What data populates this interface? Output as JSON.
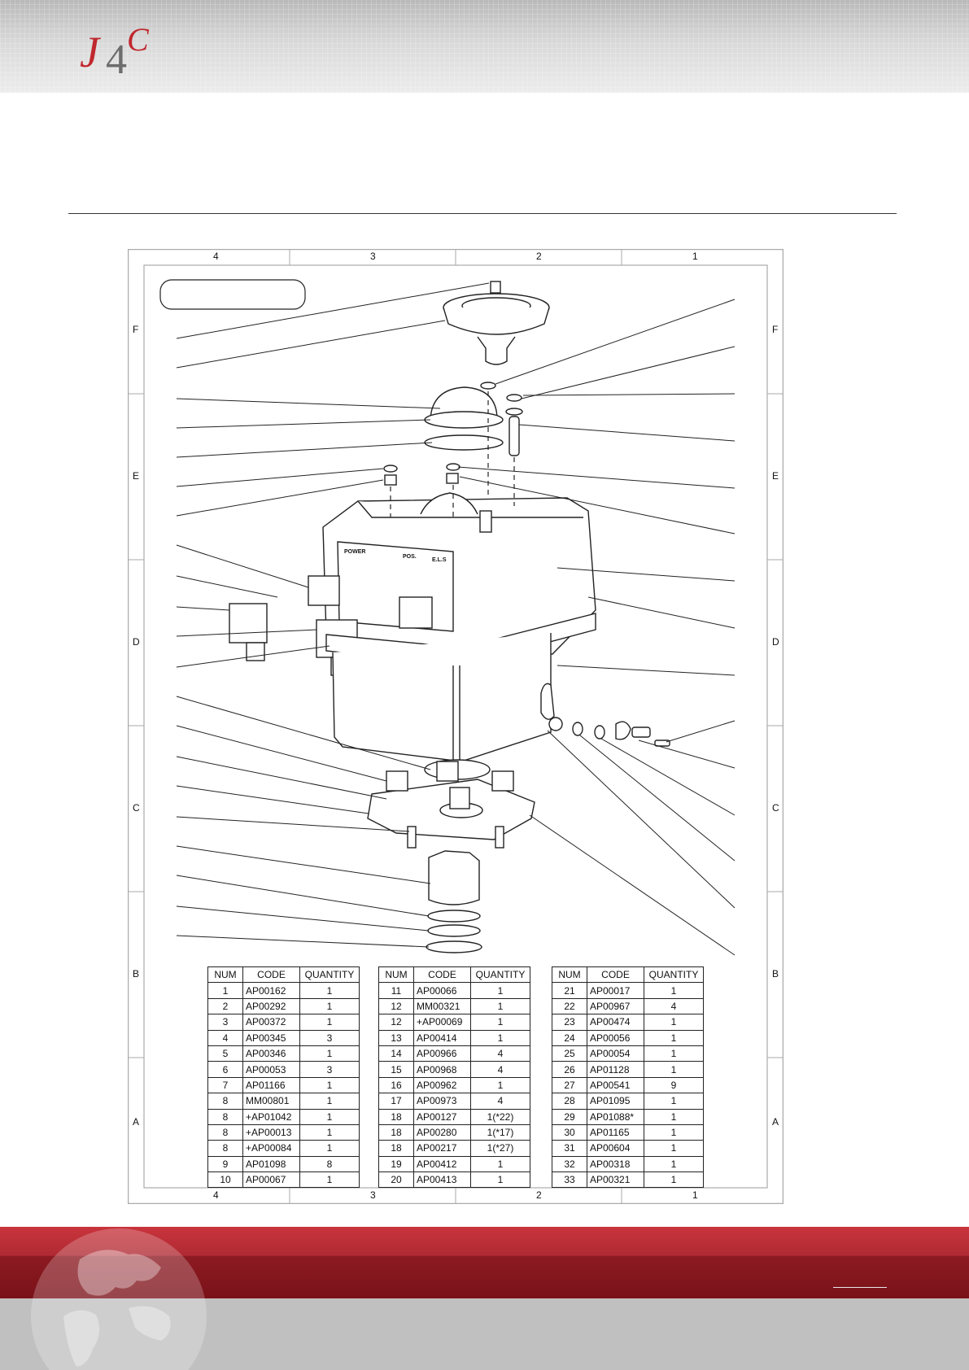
{
  "logo": {
    "text_main": "J",
    "text_digit": "4",
    "text_sup": "C",
    "color": "#c0272d"
  },
  "drawing": {
    "top_zone_labels": [
      "4",
      "3",
      "2",
      "1"
    ],
    "bottom_zone_labels": [
      "4",
      "3",
      "2",
      "1"
    ],
    "side_zone_labels": [
      "F",
      "E",
      "D",
      "C",
      "B",
      "A"
    ],
    "panel_labels": [
      "POWER",
      "POS.",
      "E.L.S"
    ]
  },
  "tables": [
    {
      "headers": [
        "NUM",
        "CODE",
        "QUANTITY"
      ],
      "rows": [
        [
          "1",
          "AP00162",
          "1"
        ],
        [
          "2",
          "AP00292",
          "1"
        ],
        [
          "3",
          "AP00372",
          "1"
        ],
        [
          "4",
          "AP00345",
          "3"
        ],
        [
          "5",
          "AP00346",
          "1"
        ],
        [
          "6",
          "AP00053",
          "3"
        ],
        [
          "7",
          "AP01166",
          "1"
        ],
        [
          "8",
          "MM00801",
          "1"
        ],
        [
          "8",
          "+AP01042",
          "1"
        ],
        [
          "8",
          "+AP00013",
          "1"
        ],
        [
          "8",
          "+AP00084",
          "1"
        ],
        [
          "9",
          "AP01098",
          "8"
        ],
        [
          "10",
          "AP00067",
          "1"
        ]
      ]
    },
    {
      "headers": [
        "NUM",
        "CODE",
        "QUANTITY"
      ],
      "rows": [
        [
          "11",
          "AP00066",
          "1"
        ],
        [
          "12",
          "MM00321",
          "1"
        ],
        [
          "12",
          "+AP00069",
          "1"
        ],
        [
          "13",
          "AP00414",
          "1"
        ],
        [
          "14",
          "AP00966",
          "4"
        ],
        [
          "15",
          "AP00968",
          "4"
        ],
        [
          "16",
          "AP00962",
          "1"
        ],
        [
          "17",
          "AP00973",
          "4"
        ],
        [
          "18",
          "AP00127",
          "1(*22)"
        ],
        [
          "18",
          "AP00280",
          "1(*17)"
        ],
        [
          "18",
          "AP00217",
          "1(*27)"
        ],
        [
          "19",
          "AP00412",
          "1"
        ],
        [
          "20",
          "AP00413",
          "1"
        ]
      ]
    },
    {
      "headers": [
        "NUM",
        "CODE",
        "QUANTITY"
      ],
      "rows": [
        [
          "21",
          "AP00017",
          "1"
        ],
        [
          "22",
          "AP00967",
          "4"
        ],
        [
          "23",
          "AP00474",
          "1"
        ],
        [
          "24",
          "AP00056",
          "1"
        ],
        [
          "25",
          "AP00054",
          "1"
        ],
        [
          "26",
          "AP01128",
          "1"
        ],
        [
          "27",
          "AP00541",
          "9"
        ],
        [
          "28",
          "AP01095",
          "1"
        ],
        [
          "29",
          "AP01088*",
          "1"
        ],
        [
          "30",
          "AP01165",
          "1"
        ],
        [
          "31",
          "AP00604",
          "1"
        ],
        [
          "32",
          "AP00318",
          "1"
        ],
        [
          "33",
          "AP00321",
          "1"
        ]
      ]
    }
  ]
}
